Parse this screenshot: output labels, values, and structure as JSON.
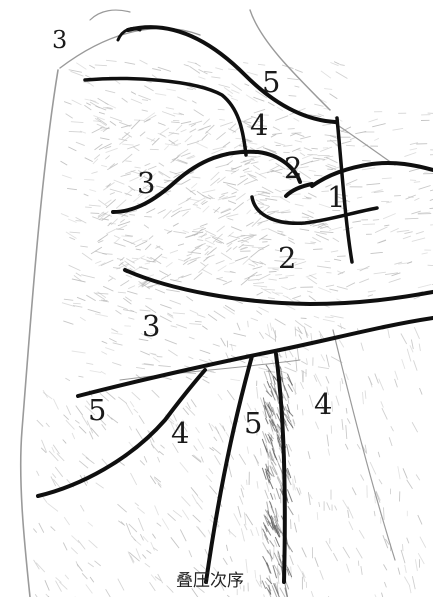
{
  "labels": {
    "top_left": "3",
    "collar": "5",
    "neck": "4",
    "shoulder_fold": "2",
    "tip": "1",
    "shoulder_left": "3",
    "sleeve": "2",
    "chest": "3",
    "lower_left": "5",
    "lower_mid": "4",
    "lower_center": "5",
    "lower_right": "4"
  },
  "caption": "叠压次序"
}
